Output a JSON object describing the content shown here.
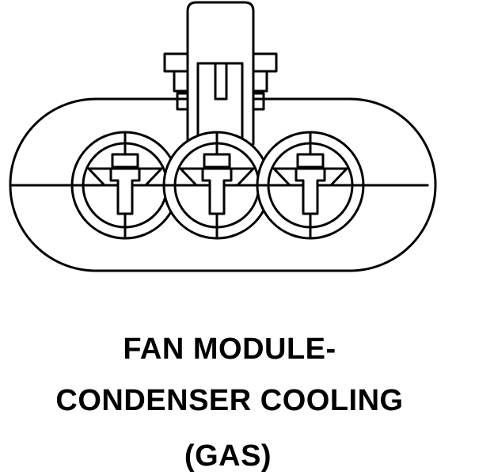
{
  "caption": {
    "line1": "FAN MODULE-",
    "line2": "CONDENSER COOLING",
    "line3": "(GAS)"
  },
  "colors": {
    "stroke": "#000000",
    "background": "#ffffff"
  },
  "connector": {
    "cavity_count": 3
  }
}
